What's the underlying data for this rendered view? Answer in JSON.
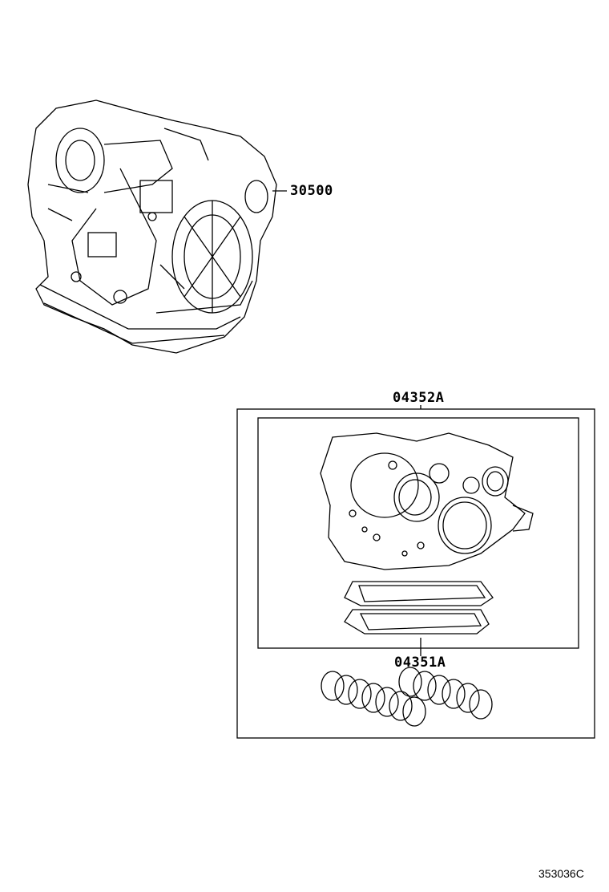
{
  "parts": {
    "transmission_assembly": {
      "part_no": "30500",
      "icon": "transmission-assembly-drawing"
    },
    "overhaul_gasket_kit": {
      "part_no": "04352A",
      "icon": "gasket-kit-drawing"
    },
    "clutch_disc_kit": {
      "part_no": "04351A",
      "icon": "clutch-disc-drawing"
    }
  },
  "diagram_code": "353036C"
}
